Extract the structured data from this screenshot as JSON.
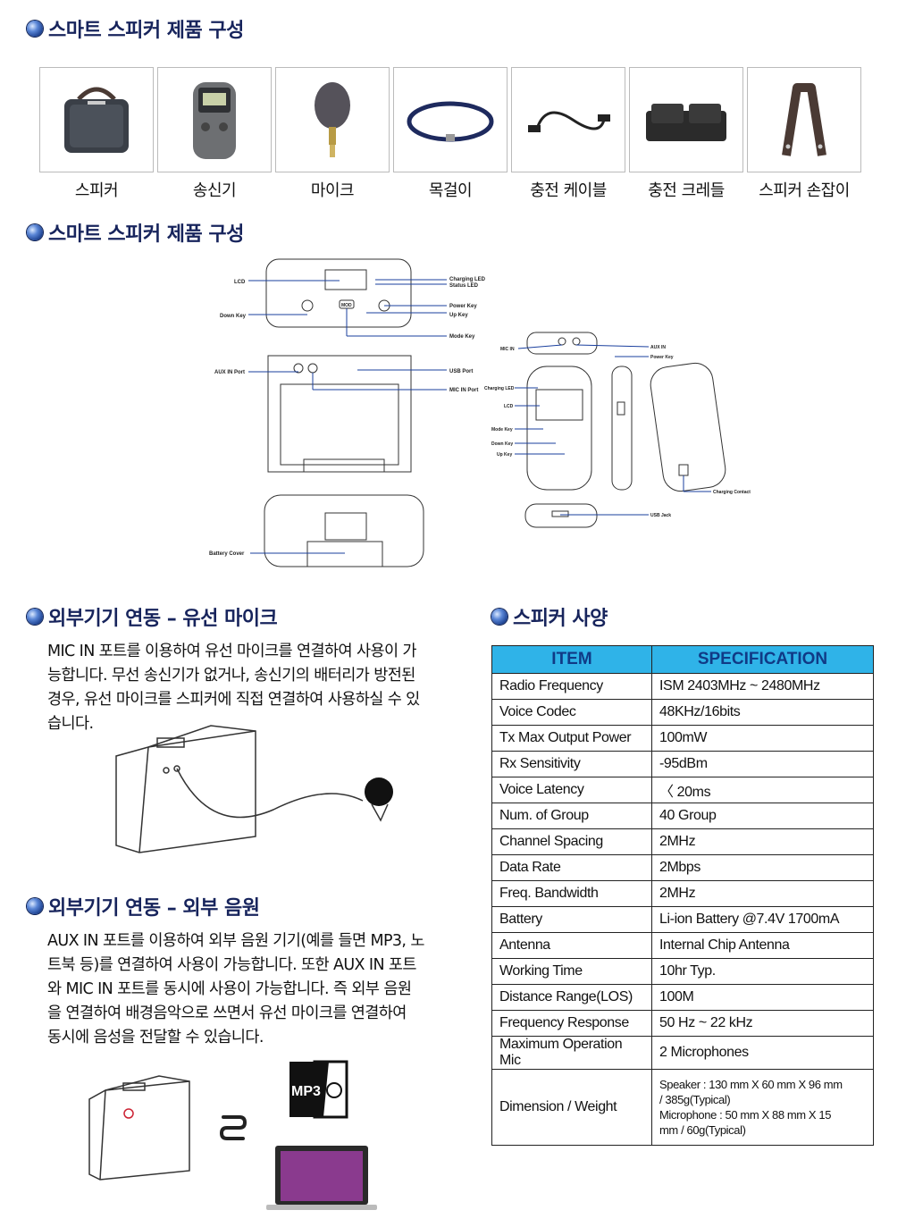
{
  "sections": {
    "components_title": "스마트 스피커 제품 구성",
    "parts_title": "스마트 스피커 제품 구성",
    "mic_title": "외부기기 연동 – 유선 마이크",
    "audio_title": "외부기기 연동 – 외부 음원",
    "spec_title": "스피커 사양"
  },
  "products": [
    {
      "label": "스피커",
      "icon": "speaker-photo"
    },
    {
      "label": "송신기",
      "icon": "transmitter-photo"
    },
    {
      "label": "마이크",
      "icon": "microphone-photo"
    },
    {
      "label": "목걸이",
      "icon": "lanyard-photo"
    },
    {
      "label": "충전 케이블",
      "icon": "cable-photo"
    },
    {
      "label": "충전 크레들",
      "icon": "cradle-photo"
    },
    {
      "label": "스피커 손잡이",
      "icon": "handle-photo"
    }
  ],
  "diagram": {
    "speaker_front": {
      "lcd": "LCD",
      "down_key": "Down Key",
      "charging_led": "Charging LED",
      "status_led": "Status LED",
      "power_key": "Power Key",
      "up_key": "Up Key",
      "mode_key": "Mode Key",
      "mode_btn": "MOD"
    },
    "speaker_top": {
      "aux_in": "AUX IN Port",
      "usb_port": "USB Port",
      "mic_in": "MIC IN Port"
    },
    "speaker_bottom": {
      "battery_cover": "Battery Cover"
    },
    "transmitter": {
      "mic_in": "MIC IN",
      "aux_in": "AUX IN",
      "power_key": "Power Key",
      "charging_led": "Charging LED",
      "lcd": "LCD",
      "mode_key": "Mode Key",
      "down_key": "Down Key",
      "up_key": "Up Key",
      "charging_contact": "Charging Contact",
      "usb_jack": "USB Jack"
    }
  },
  "mic_text": [
    "MIC IN 포트를 이용하여 유선 마이크를 연결하여 사용이 가",
    "능합니다. 무선 송신기가 없거나, 송신기의 배터리가 방전된",
    "경우, 유선 마이크를 스피커에 직접 연결하여 사용하실 수 있",
    "습니다."
  ],
  "audio_text": [
    "AUX IN 포트를 이용하여 외부 음원 기기(예를 들면 MP3, 노",
    "트북 등)를 연결하여 사용이 가능합니다. 또한 AUX IN 포트",
    "와 MIC IN 포트를 동시에 사용이 가능합니다.  즉 외부 음원",
    "을 연결하여 배경음악으로 쓰면서 유선 마이크를 연결하여",
    "동시에 음성을 전달할 수 있습니다."
  ],
  "mp3_label": "MP3",
  "spec": {
    "header": [
      "ITEM",
      "SPECIFICATION"
    ],
    "rows": [
      [
        "Radio Frequency",
        "ISM 2403MHz ~ 2480MHz"
      ],
      [
        "Voice Codec",
        "48KHz/16bits"
      ],
      [
        "Tx Max Output Power",
        "100mW"
      ],
      [
        "Rx Sensitivity",
        "-95dBm"
      ],
      [
        "Voice Latency",
        "〈 20ms"
      ],
      [
        "Num. of Group",
        "40 Group"
      ],
      [
        "Channel Spacing",
        "2MHz"
      ],
      [
        "Data Rate",
        "2Mbps"
      ],
      [
        "Freq. Bandwidth",
        "2MHz"
      ],
      [
        "Battery",
        "Li-ion Battery  @7.4V 1700mA"
      ],
      [
        "Antenna",
        "Internal Chip Antenna"
      ],
      [
        "Working Time",
        "10hr Typ."
      ],
      [
        "Distance Range(LOS)",
        "100M"
      ],
      [
        "Frequency Response",
        "50 Hz ~ 22 kHz"
      ],
      [
        "Maximum Operation Mic",
        "2 Microphones"
      ]
    ],
    "dimension_label": "Dimension / Weight",
    "dimension_lines": [
      "Speaker : 130 mm X 60 mm X 96 mm",
      "/ 385g(Typical)",
      "Microphone :  50 mm X 88 mm X 15",
      "mm / 60g(Typical)"
    ]
  }
}
